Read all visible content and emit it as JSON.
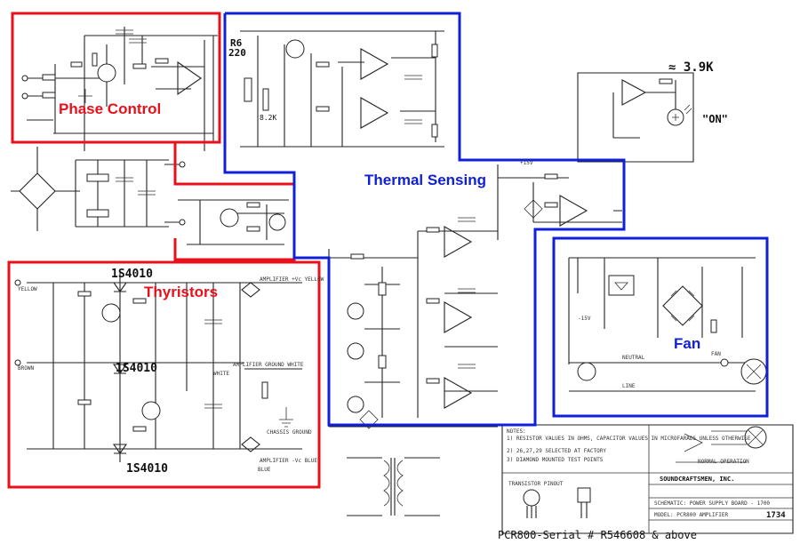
{
  "regions": {
    "phase_control": {
      "label": "Phase Control",
      "color": "#e8101a"
    },
    "thermal_sensing": {
      "label": "Thermal Sensing",
      "color": "#1020d8"
    },
    "thyristors": {
      "label": "Thyristors",
      "color": "#e8101a"
    },
    "fan": {
      "label": "Fan",
      "color": "#1020d8"
    }
  },
  "annotations": {
    "r6": "R6",
    "r6_value": "220",
    "r_3_9k": "≈ 3.9K",
    "on_label": "\"ON\"",
    "r_8_2k": "8.2K",
    "thyristor_top": "1S4010",
    "thyristor_mid": "1S4010",
    "thyristor_bottom": "1S4010",
    "serial": "PCR800-Serial # R546608 & above"
  },
  "wire_labels": {
    "yellow": "YELLOW",
    "brown": "BROWN",
    "white": "WHITE",
    "blue": "BLUE",
    "amp_yellow": "AMPLIFIER +Vc YELLOW",
    "amp_ground": "AMPLIFIER GROUND WHITE",
    "amp_blue": "AMPLIFIER -Vc BLUE",
    "chassis_ground": "CHASSIS GROUND",
    "neutral": "NEUTRAL",
    "line": "LINE",
    "fan": "FAN",
    "p15v": "+15V",
    "m15v": "-15V"
  },
  "title_block": {
    "company": "SOUNDCRAFTSMEN, INC.",
    "schematic": "SCHEMATIC: POWER SUPPLY BOARD - 1700",
    "model": "MODEL: PCR800 AMPLIFIER",
    "number": "1734",
    "notes_header": "NOTES:",
    "note_1": "1) RESISTOR VALUES IN OHMS, CAPACITOR VALUES IN MICROFARADS UNLESS OTHERWISE",
    "note_2": "2) 26,27,29 SELECTED AT FACTORY",
    "note_3": "3) DIAMOND MOUNTED TEST POINTS"
  },
  "legend": {
    "transistor_pinout": "TRANSISTOR PINOUT",
    "normal_operation": "NORMAL OPERATION"
  }
}
